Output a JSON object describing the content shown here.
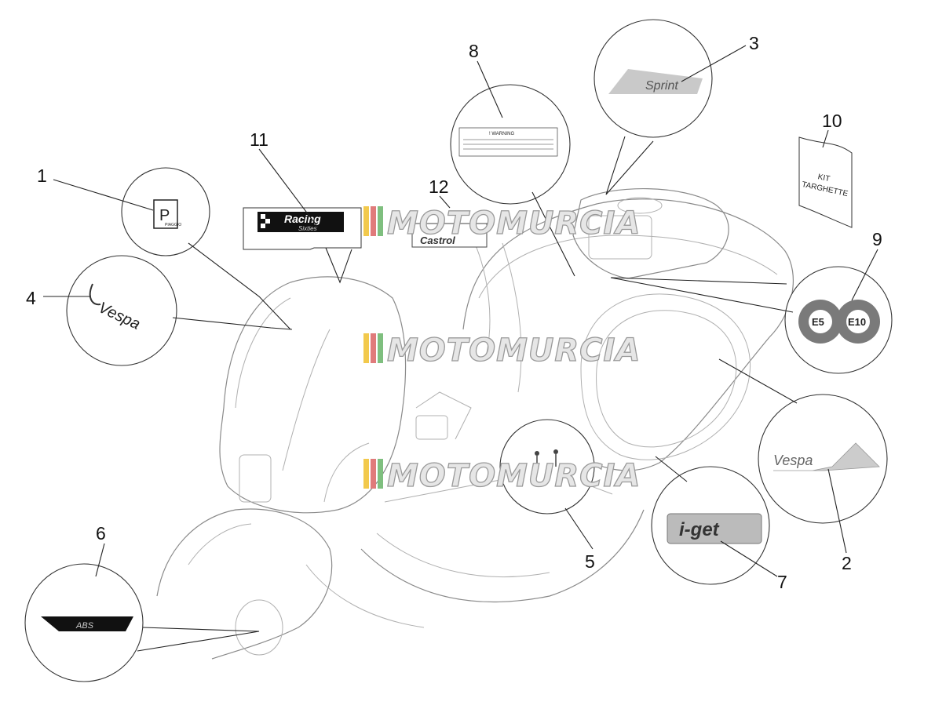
{
  "callouts": [
    {
      "id": "c1",
      "number": "1"
    },
    {
      "id": "c2",
      "number": "2"
    },
    {
      "id": "c3",
      "number": "3"
    },
    {
      "id": "c4",
      "number": "4"
    },
    {
      "id": "c5",
      "number": "5"
    },
    {
      "id": "c6",
      "number": "6"
    },
    {
      "id": "c7",
      "number": "7"
    },
    {
      "id": "c8",
      "number": "8"
    },
    {
      "id": "c9",
      "number": "9"
    },
    {
      "id": "c10",
      "number": "10"
    },
    {
      "id": "c11",
      "number": "11"
    },
    {
      "id": "c12",
      "number": "12"
    }
  ],
  "decals": {
    "warning_title": "! WARNING",
    "sprint_text": "Sprint",
    "vespa_text": "Vespa",
    "kit_line1": "KIT",
    "kit_line2": "TARGHETTE",
    "e5": "E5",
    "e10": "E10",
    "racing_line1": "Racing",
    "racing_line2": "Sixties",
    "castrol": "Castrol",
    "iget": "i-get",
    "abs": "ABS",
    "piaggio": "PIAGGIO"
  },
  "watermark": "MOTOMURCIA",
  "colors": {
    "line": "#8a8a8a",
    "text": "#111111",
    "badge": "#7a7a7a",
    "watermark_flag": [
      "#f2c94c",
      "#e07b7b",
      "#7fbf7f"
    ]
  }
}
